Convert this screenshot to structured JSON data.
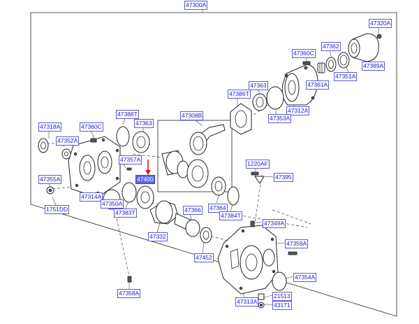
{
  "labels": {
    "l47300A": "47300A",
    "l47320A": "47320A",
    "l47362": "47362",
    "l47360C_top": "47360C",
    "l47351A": "47351A",
    "l47389A": "47389A",
    "l47361A": "47361A",
    "l47363_top": "47363",
    "l47386T": "47386T",
    "l47312A": "47312A",
    "l47353A": "47353A",
    "l47388T": "47388T",
    "l47363_mid": "47363",
    "l47308B": "47308B",
    "l47318A": "47318A",
    "l47360C_left": "47360C",
    "l47352A": "47352A",
    "l47357A": "47357A",
    "l47355A": "47355A",
    "l47314A": "47314A",
    "l47350A": "47350A",
    "l47383T": "47383T",
    "l1751DD": "1751DD",
    "l47400": "47400",
    "l1220AF": "1220AF",
    "l47395": "47395",
    "l47364": "47364",
    "l47384T": "47384T",
    "l47366": "47366",
    "l47349A": "47349A",
    "l47332": "47332",
    "l47359A": "47359A",
    "l47452": "47452",
    "l47354A": "47354A",
    "l47358A": "47358A",
    "l47313A": "47313A",
    "l21513": "21513",
    "l43171": "43171"
  },
  "highlighted_part": "47400",
  "colors": {
    "label_text": "#1b1bcc",
    "label_border": "#5a5ad8",
    "highlight_fill": "#5a6cf0",
    "pointer_arrow": "#e01010"
  }
}
